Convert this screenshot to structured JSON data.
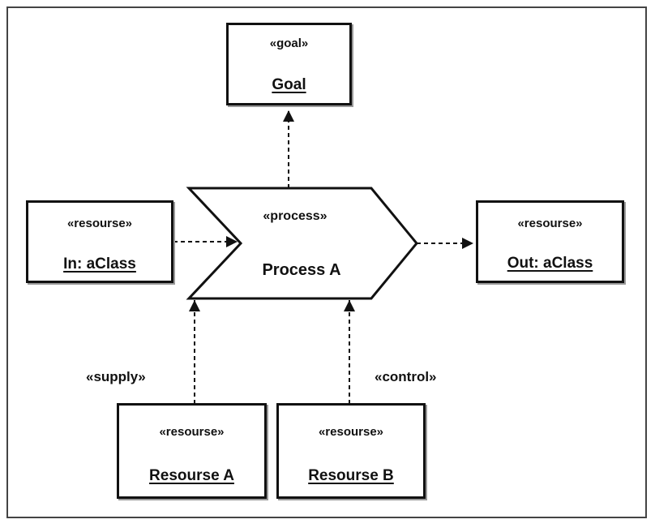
{
  "goal": {
    "stereotype": "«goal»",
    "name": "Goal"
  },
  "input": {
    "stereotype": "«resourse»",
    "name": "In: aClass"
  },
  "process": {
    "stereotype": "«process»",
    "name": "Process A"
  },
  "output": {
    "stereotype": "«resourse»",
    "name": "Out: aClass"
  },
  "resource_a": {
    "stereotype": "«resourse»",
    "name": "Resourse A"
  },
  "resource_b": {
    "stereotype": "«resourse»",
    "name": "Resourse B"
  },
  "edge_labels": {
    "supply": "«supply»",
    "control": "«control»"
  }
}
